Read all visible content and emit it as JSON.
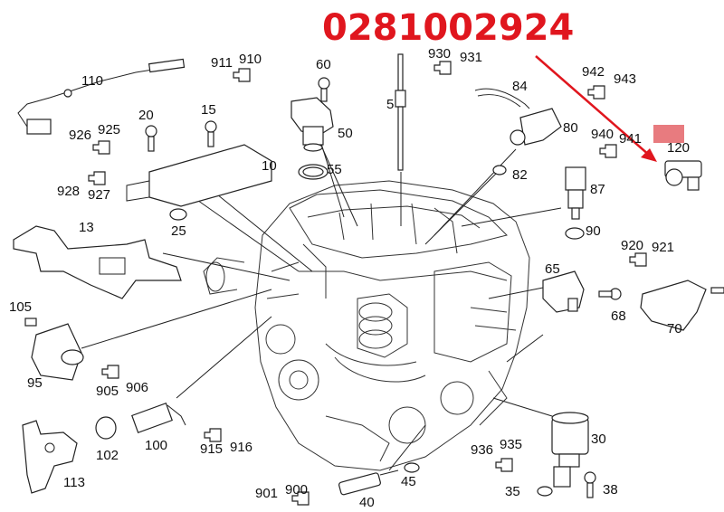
{
  "header": {
    "part_number": "0281002924"
  },
  "highlight": {
    "color": "#e0161e",
    "box_color": "#e87b7f"
  },
  "callouts": [
    {
      "id": "c110",
      "text": "110"
    },
    {
      "id": "c911",
      "text": "911"
    },
    {
      "id": "c910",
      "text": "910"
    },
    {
      "id": "c60",
      "text": "60"
    },
    {
      "id": "c930",
      "text": "930"
    },
    {
      "id": "c931",
      "text": "931"
    },
    {
      "id": "c84",
      "text": "84"
    },
    {
      "id": "c942",
      "text": "942"
    },
    {
      "id": "c943",
      "text": "943"
    },
    {
      "id": "c5",
      "text": "5"
    },
    {
      "id": "c20",
      "text": "20"
    },
    {
      "id": "c15",
      "text": "15"
    },
    {
      "id": "c50",
      "text": "50"
    },
    {
      "id": "c80",
      "text": "80"
    },
    {
      "id": "c926",
      "text": "926"
    },
    {
      "id": "c925",
      "text": "925"
    },
    {
      "id": "c940",
      "text": "940"
    },
    {
      "id": "c941",
      "text": "941"
    },
    {
      "id": "c120",
      "text": "120"
    },
    {
      "id": "c10",
      "text": "10"
    },
    {
      "id": "c55",
      "text": "55"
    },
    {
      "id": "c82",
      "text": "82"
    },
    {
      "id": "c928",
      "text": "928"
    },
    {
      "id": "c927",
      "text": "927"
    },
    {
      "id": "c87",
      "text": "87"
    },
    {
      "id": "c13",
      "text": "13"
    },
    {
      "id": "c25",
      "text": "25"
    },
    {
      "id": "c90",
      "text": "90"
    },
    {
      "id": "c920",
      "text": "920"
    },
    {
      "id": "c921",
      "text": "921"
    },
    {
      "id": "c65",
      "text": "65"
    },
    {
      "id": "c68",
      "text": "68"
    },
    {
      "id": "c70",
      "text": "70"
    },
    {
      "id": "c105",
      "text": "105"
    },
    {
      "id": "c95",
      "text": "95"
    },
    {
      "id": "c905",
      "text": "905"
    },
    {
      "id": "c906",
      "text": "906"
    },
    {
      "id": "c100",
      "text": "100"
    },
    {
      "id": "c102",
      "text": "102"
    },
    {
      "id": "c915",
      "text": "915"
    },
    {
      "id": "c916",
      "text": "916"
    },
    {
      "id": "c30",
      "text": "30"
    },
    {
      "id": "c936",
      "text": "936"
    },
    {
      "id": "c935",
      "text": "935"
    },
    {
      "id": "c113",
      "text": "113"
    },
    {
      "id": "c45",
      "text": "45"
    },
    {
      "id": "c901",
      "text": "901"
    },
    {
      "id": "c900",
      "text": "900"
    },
    {
      "id": "c35",
      "text": "35"
    },
    {
      "id": "c38",
      "text": "38"
    },
    {
      "id": "c40",
      "text": "40"
    }
  ]
}
